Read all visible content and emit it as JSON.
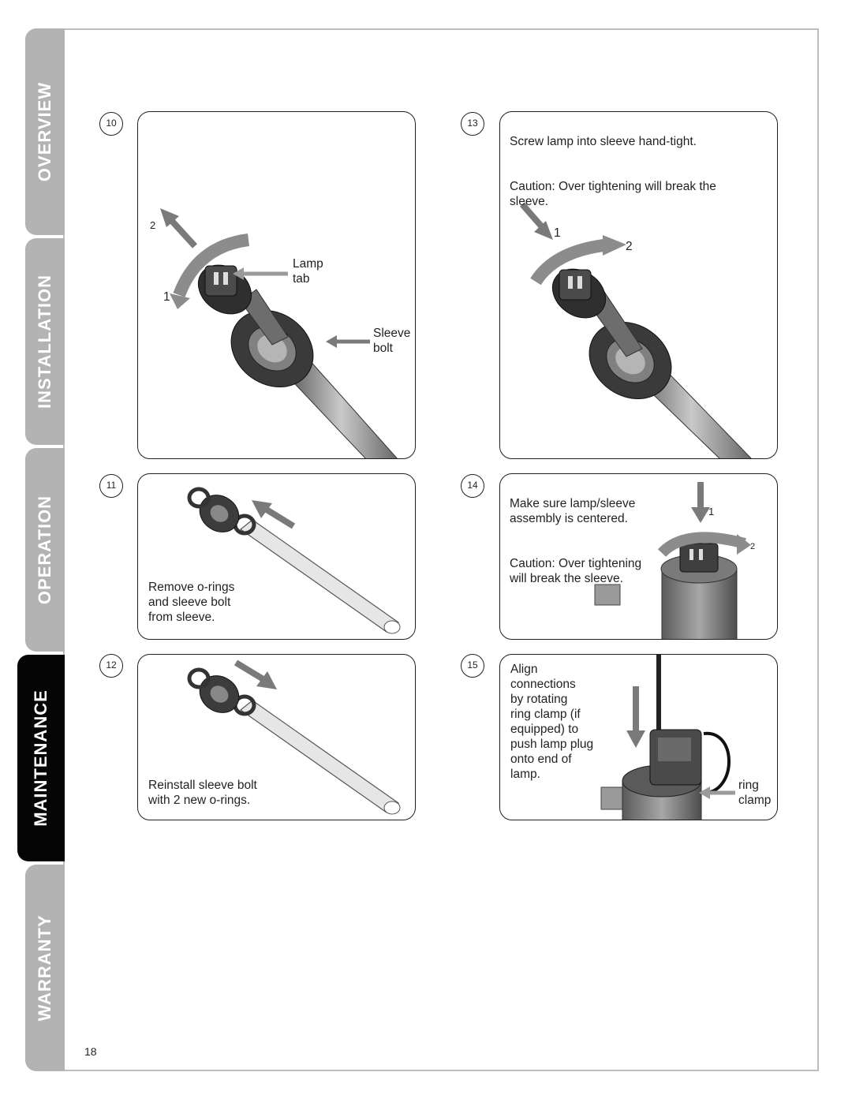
{
  "side_tabs": {
    "overview": "OVERVIEW",
    "installation": "INSTALLATION",
    "operation": "OPERATION",
    "maintenance": "MAINTENANCE",
    "warranty": "WARRANTY"
  },
  "steps": [
    {
      "number": "10",
      "labels": {
        "arrow2": "2",
        "arrow1": "1",
        "lamp_tab_1": "Lamp",
        "lamp_tab_2": "tab",
        "sleeve_bolt_1": "Sleeve",
        "sleeve_bolt_2": "bolt"
      }
    },
    {
      "number": "11",
      "text": "Remove o-rings\nand sleeve bolt\nfrom sleeve."
    },
    {
      "number": "12",
      "text": "Reinstall sleeve bolt\nwith 2 new o-rings."
    },
    {
      "number": "13",
      "text_1": "Screw lamp into sleeve hand-tight.",
      "text_2": "Caution: Over tightening will break the\nsleeve.",
      "labels": {
        "arrow1": "1",
        "arrow2": "2"
      }
    },
    {
      "number": "14",
      "text_1": "Make sure lamp/sleeve\nassembly is centered.",
      "text_2": "Caution: Over tightening\nwill break the sleeve.",
      "labels": {
        "arrow1": "1",
        "arrow2": "2"
      }
    },
    {
      "number": "15",
      "text": "Align\nconnections\nby rotating\nring clamp (if\nequipped) to\npush lamp plug\nonto end of\nlamp.",
      "labels": {
        "ring_clamp_1": "ring",
        "ring_clamp_2": "clamp"
      }
    }
  ],
  "page_number": "18",
  "colors": {
    "arrow": "#7a7a7a",
    "tab_grey": "#b3b3b3",
    "tab_active": "#050505"
  }
}
